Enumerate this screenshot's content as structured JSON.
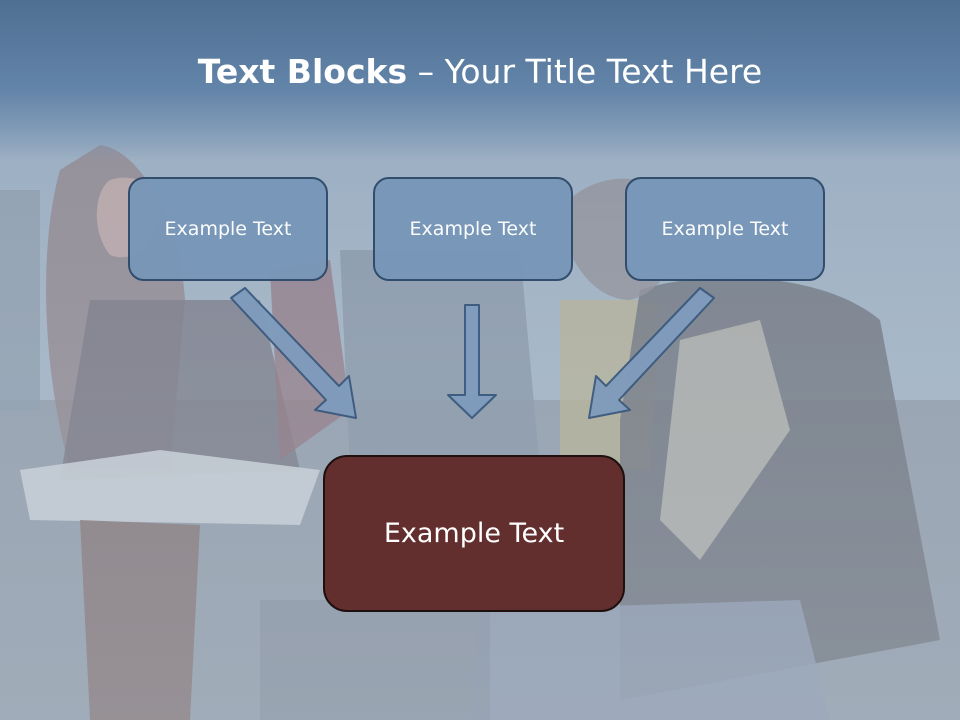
{
  "title": {
    "bold_part": "Text Blocks",
    "separator": " – ",
    "light_part": "Your Title Text Here"
  },
  "blocks": [
    {
      "label": "Example Text"
    },
    {
      "label": "Example Text"
    },
    {
      "label": "Example Text"
    }
  ],
  "center_block": {
    "label": "Example Text"
  },
  "colors": {
    "header": "#5a7b9f",
    "top_box_fill": "#7897b9",
    "top_box_border": "#2e4a6a",
    "center_box_fill": "#622e2e",
    "arrow_fill": "#7f9bbd"
  }
}
